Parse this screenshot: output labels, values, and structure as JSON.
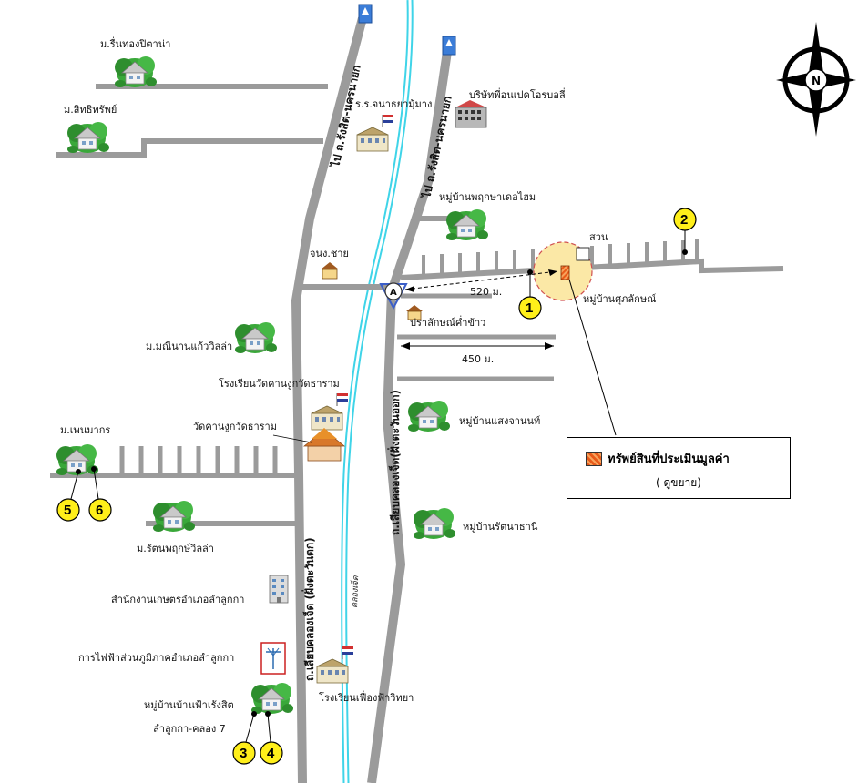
{
  "labels": {
    "moo_ban_ruen_thong": "ม.รื่นทองปิตาน่า",
    "moo_ban_sitthi_sap": "ม.สิทธิทรัพย์",
    "school_top": "ร.ร.จนาธยามุ้มาง",
    "company": "บริษัทพี่อนเปคโอรบอลี่",
    "village_right_top": "หมู่บ้านพฤกษาเดอไฮม",
    "shop": "จนง.ชาย",
    "garden": "สวน",
    "village_subject": "หมู่บ้านศุภลักษณ์",
    "ratchan": "ปราลักษณ์ค่ำข้าว",
    "manee": "ม.มณีนานแก้ววิลล่า",
    "school_mid": "โรงเรียนวัดคานงูกวัดธาราม",
    "temple": "วัดคานงูกวัดธาราม",
    "village_sangchan": "หมู่บ้านแสงจานนท์",
    "mueang_pha": "ม.เพนมากร",
    "village_rattanathani": "หมู่บ้านรัตนาธานี",
    "ratchaphruek": "ม.รัตนพฤกษ์วิลล่า",
    "agri_office": "สำนักงานเกษตรอำเภอลำลูกกา",
    "electric": "การไฟฟ้าส่วนภูมิภาคอำเภอลำลูกกา",
    "village_bottom": "หมู่บ้านบ้านฟ้าเรังสิต",
    "village_bottom2": "ลำลูกกา-คลอง 7",
    "school_bottom": "โรงเรียนเฟื่องฟ้าวิทยา"
  },
  "roads": {
    "main_left_top": "ไป ถ.รังสิต-นครนายก",
    "main_right_top": "ไป ถ.รังสิต-นครนายก",
    "main_left_bottom": "ถ.เลียบคลองเจ็ด (ฝั่งตะวันตก)",
    "main_right_bottom": "ถ.เลียบคลองเจ็ด(ฝั่งตะวันออก)",
    "canal": "คลองเจ็ด"
  },
  "distances": {
    "d520": "520 ม.",
    "d450": "450 ม."
  },
  "markers": {
    "A": "A",
    "p1": "1",
    "p2": "2",
    "p3": "3",
    "p4": "4",
    "p5": "5",
    "p6": "6",
    "north": "N"
  },
  "legend": {
    "title": "ทรัพย์สินที่ประเมินมูลค่า",
    "subtitle": "( ดูขยาย)"
  },
  "colors": {
    "road": "#9b9b9b",
    "canal": "#3fd4e8",
    "marker_yellow": "#ffef1a",
    "highlight": "#fbe8a6",
    "property": "#e85a1a",
    "arrow_blue": "#3b7dd8"
  },
  "icons": [
    "village-icon",
    "school-icon",
    "company-icon",
    "temple-icon",
    "office-icon",
    "electric-icon",
    "shop-icon",
    "north-arrow-icon"
  ]
}
